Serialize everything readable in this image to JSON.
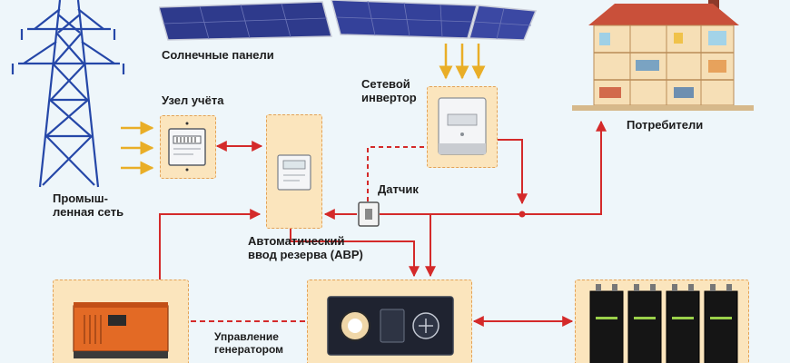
{
  "labels": {
    "solar_panels": "Солнечные панели",
    "grid_line1": "Промыш-",
    "grid_line2": "ленная сеть",
    "meter": "Узел учёта",
    "inverter_line1": "Сетевой",
    "inverter_line2": "инвертор",
    "consumers": "Потребители",
    "sensor": "Датчик",
    "ats_line1": "Автоматический",
    "ats_line2": "ввод резерва (АВР)",
    "gen_control_line1": "Управление",
    "gen_control_line2": "генератором"
  },
  "colors": {
    "background": "#eef6fa",
    "box_fill": "#fbe5bd",
    "box_border": "#e3a257",
    "power_line": "#d42a2a",
    "sun_arrow": "#e9ae27",
    "tower": "#2547a8",
    "panel": "#2e3a8c",
    "house_wall": "#f6dfb6",
    "house_roof": "#c9503a"
  }
}
